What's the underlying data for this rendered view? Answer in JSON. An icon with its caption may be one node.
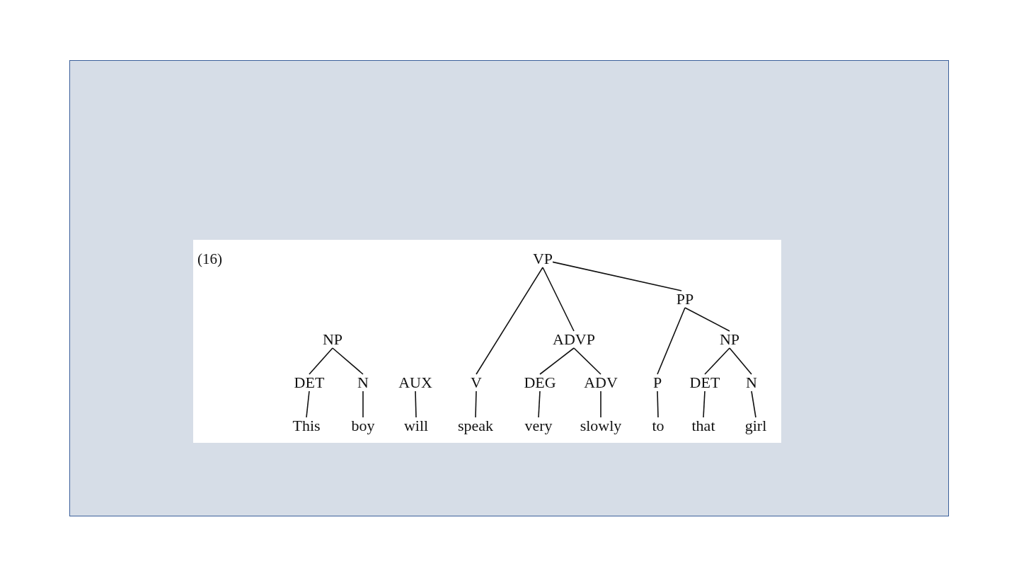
{
  "diagram": {
    "nodes": [
      {
        "text": [
          "VP"
        ]
      },
      {
        "text": [
          "PP"
        ]
      },
      {
        "text": [
          "NP"
        ]
      },
      {
        "text": [
          "ADVP"
        ]
      },
      {
        "text": [
          "NP"
        ]
      },
      {
        "text": [
          "DET"
        ]
      },
      {
        "text": [
          "N"
        ]
      },
      {
        "text": [
          "AUX"
        ]
      },
      {
        "text": [
          "V"
        ]
      },
      {
        "text": [
          "DEG"
        ]
      },
      {
        "text": [
          "ADV"
        ]
      },
      {
        "text": [
          "P"
        ]
      },
      {
        "text": [
          "DET"
        ]
      },
      {
        "text": [
          "N"
        ]
      },
      {
        "text": [
          "This"
        ]
      },
      {
        "text": [
          "boy"
        ]
      },
      {
        "text": [
          "will"
        ]
      },
      {
        "text": [
          "speak"
        ]
      },
      {
        "text": [
          "very"
        ]
      },
      {
        "text": [
          "slowly"
        ]
      },
      {
        "text": [
          "to"
        ]
      },
      {
        "text": [
          "that"
        ]
      },
      {
        "text": [
          "girl"
        ]
      }
    ],
    "edges": [
      {
        "from": 0,
        "to": 8,
        "arrow": "none"
      },
      {
        "from": 0,
        "to": 3,
        "arrow": "none"
      },
      {
        "from": 0,
        "to": 1,
        "arrow": "none"
      },
      {
        "from": 1,
        "to": 11,
        "arrow": "none"
      },
      {
        "from": 1,
        "to": 4,
        "arrow": "none"
      },
      {
        "from": 2,
        "to": 5,
        "arrow": "none"
      },
      {
        "from": 2,
        "to": 6,
        "arrow": "none"
      },
      {
        "from": 3,
        "to": 9,
        "arrow": "none"
      },
      {
        "from": 3,
        "to": 10,
        "arrow": "none"
      },
      {
        "from": 4,
        "to": 12,
        "arrow": "none"
      },
      {
        "from": 4,
        "to": 13,
        "arrow": "none"
      },
      {
        "from": 5,
        "to": 14,
        "arrow": "none"
      },
      {
        "from": 6,
        "to": 15,
        "arrow": "none"
      },
      {
        "from": 7,
        "to": 16,
        "arrow": "none"
      },
      {
        "from": 8,
        "to": 17,
        "arrow": "none"
      },
      {
        "from": 9,
        "to": 18,
        "arrow": "none"
      },
      {
        "from": 10,
        "to": 19,
        "arrow": "none"
      },
      {
        "from": 11,
        "to": 20,
        "arrow": "none"
      },
      {
        "from": 12,
        "to": 21,
        "arrow": "none"
      },
      {
        "from": 13,
        "to": 22,
        "arrow": "none"
      }
    ],
    "labels": [
      "(16)"
    ]
  }
}
